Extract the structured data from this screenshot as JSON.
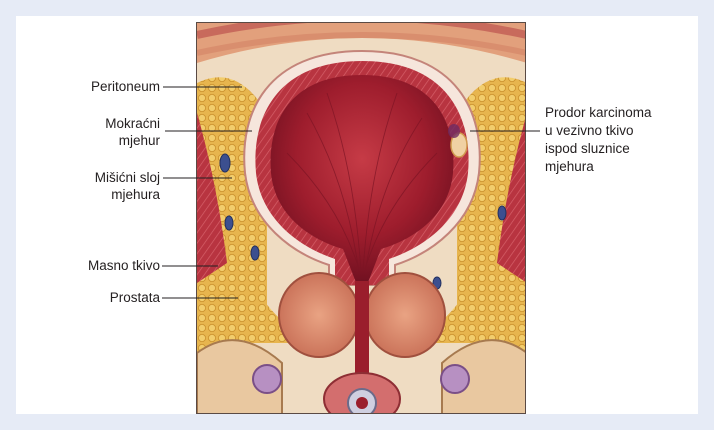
{
  "labels": {
    "peritoneum": "Peritoneum",
    "bladder_1": "Mokraćni",
    "bladder_2": "mjehur",
    "muscle_1": "Mišićni sloj",
    "muscle_2": "mjehura",
    "fat": "Masno tkivo",
    "prostate": "Prostata",
    "invasion_1": "Prodor karcinoma",
    "invasion_2": "u vezivno tkivo",
    "invasion_3": "ispod sluznice",
    "invasion_4": "mjehura"
  },
  "colors": {
    "background": "#e6ebf6",
    "panel": "#ffffff",
    "bladder_lumen": "#9c1c2c",
    "muscle": "#b5303a",
    "fat": "#e3b04a",
    "prostate": "#d88a6c",
    "leader_line": "#231f20"
  }
}
